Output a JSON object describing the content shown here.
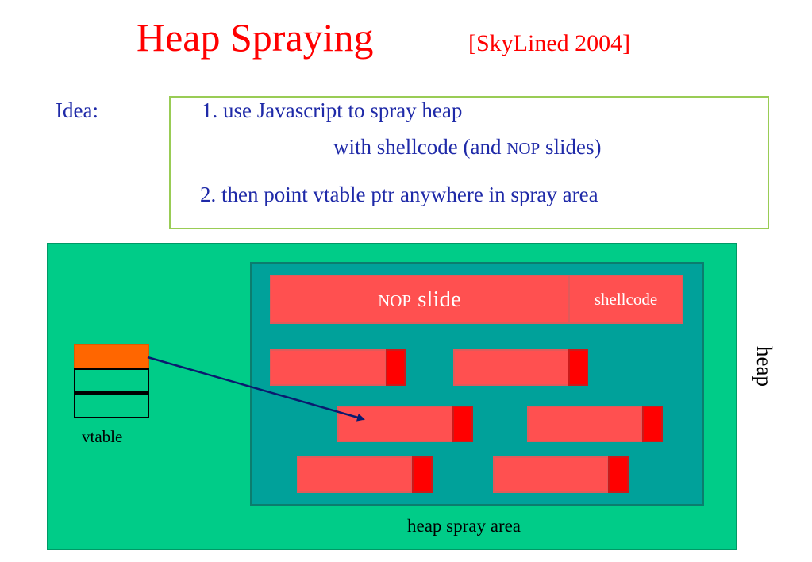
{
  "title": "Heap Spraying",
  "citation": "[SkyLined 2004]",
  "idea": {
    "label": "Idea:",
    "line1": "1. use Javascript to spray heap",
    "line2_prefix": "with shellcode  (and ",
    "line2_nop": "NOP",
    "line2_suffix": " slides)",
    "line3": "2. then point vtable ptr anywhere in spray area"
  },
  "diagram": {
    "nop_small": "NOP",
    "nop_slide": "slide",
    "shellcode": "shellcode",
    "vtable_label": "vtable",
    "heap_label": "heap",
    "spray_area_label": "heap spray area"
  },
  "colors": {
    "title": "#ff0000",
    "body_text": "#1f2aa8",
    "heap": "#00cc88",
    "spray_area": "#00a19a",
    "block": "#ff5050",
    "shellcode_tip": "#ff0000",
    "vtable_entry": "#ff6600",
    "arrow": "#0a1a6e"
  }
}
